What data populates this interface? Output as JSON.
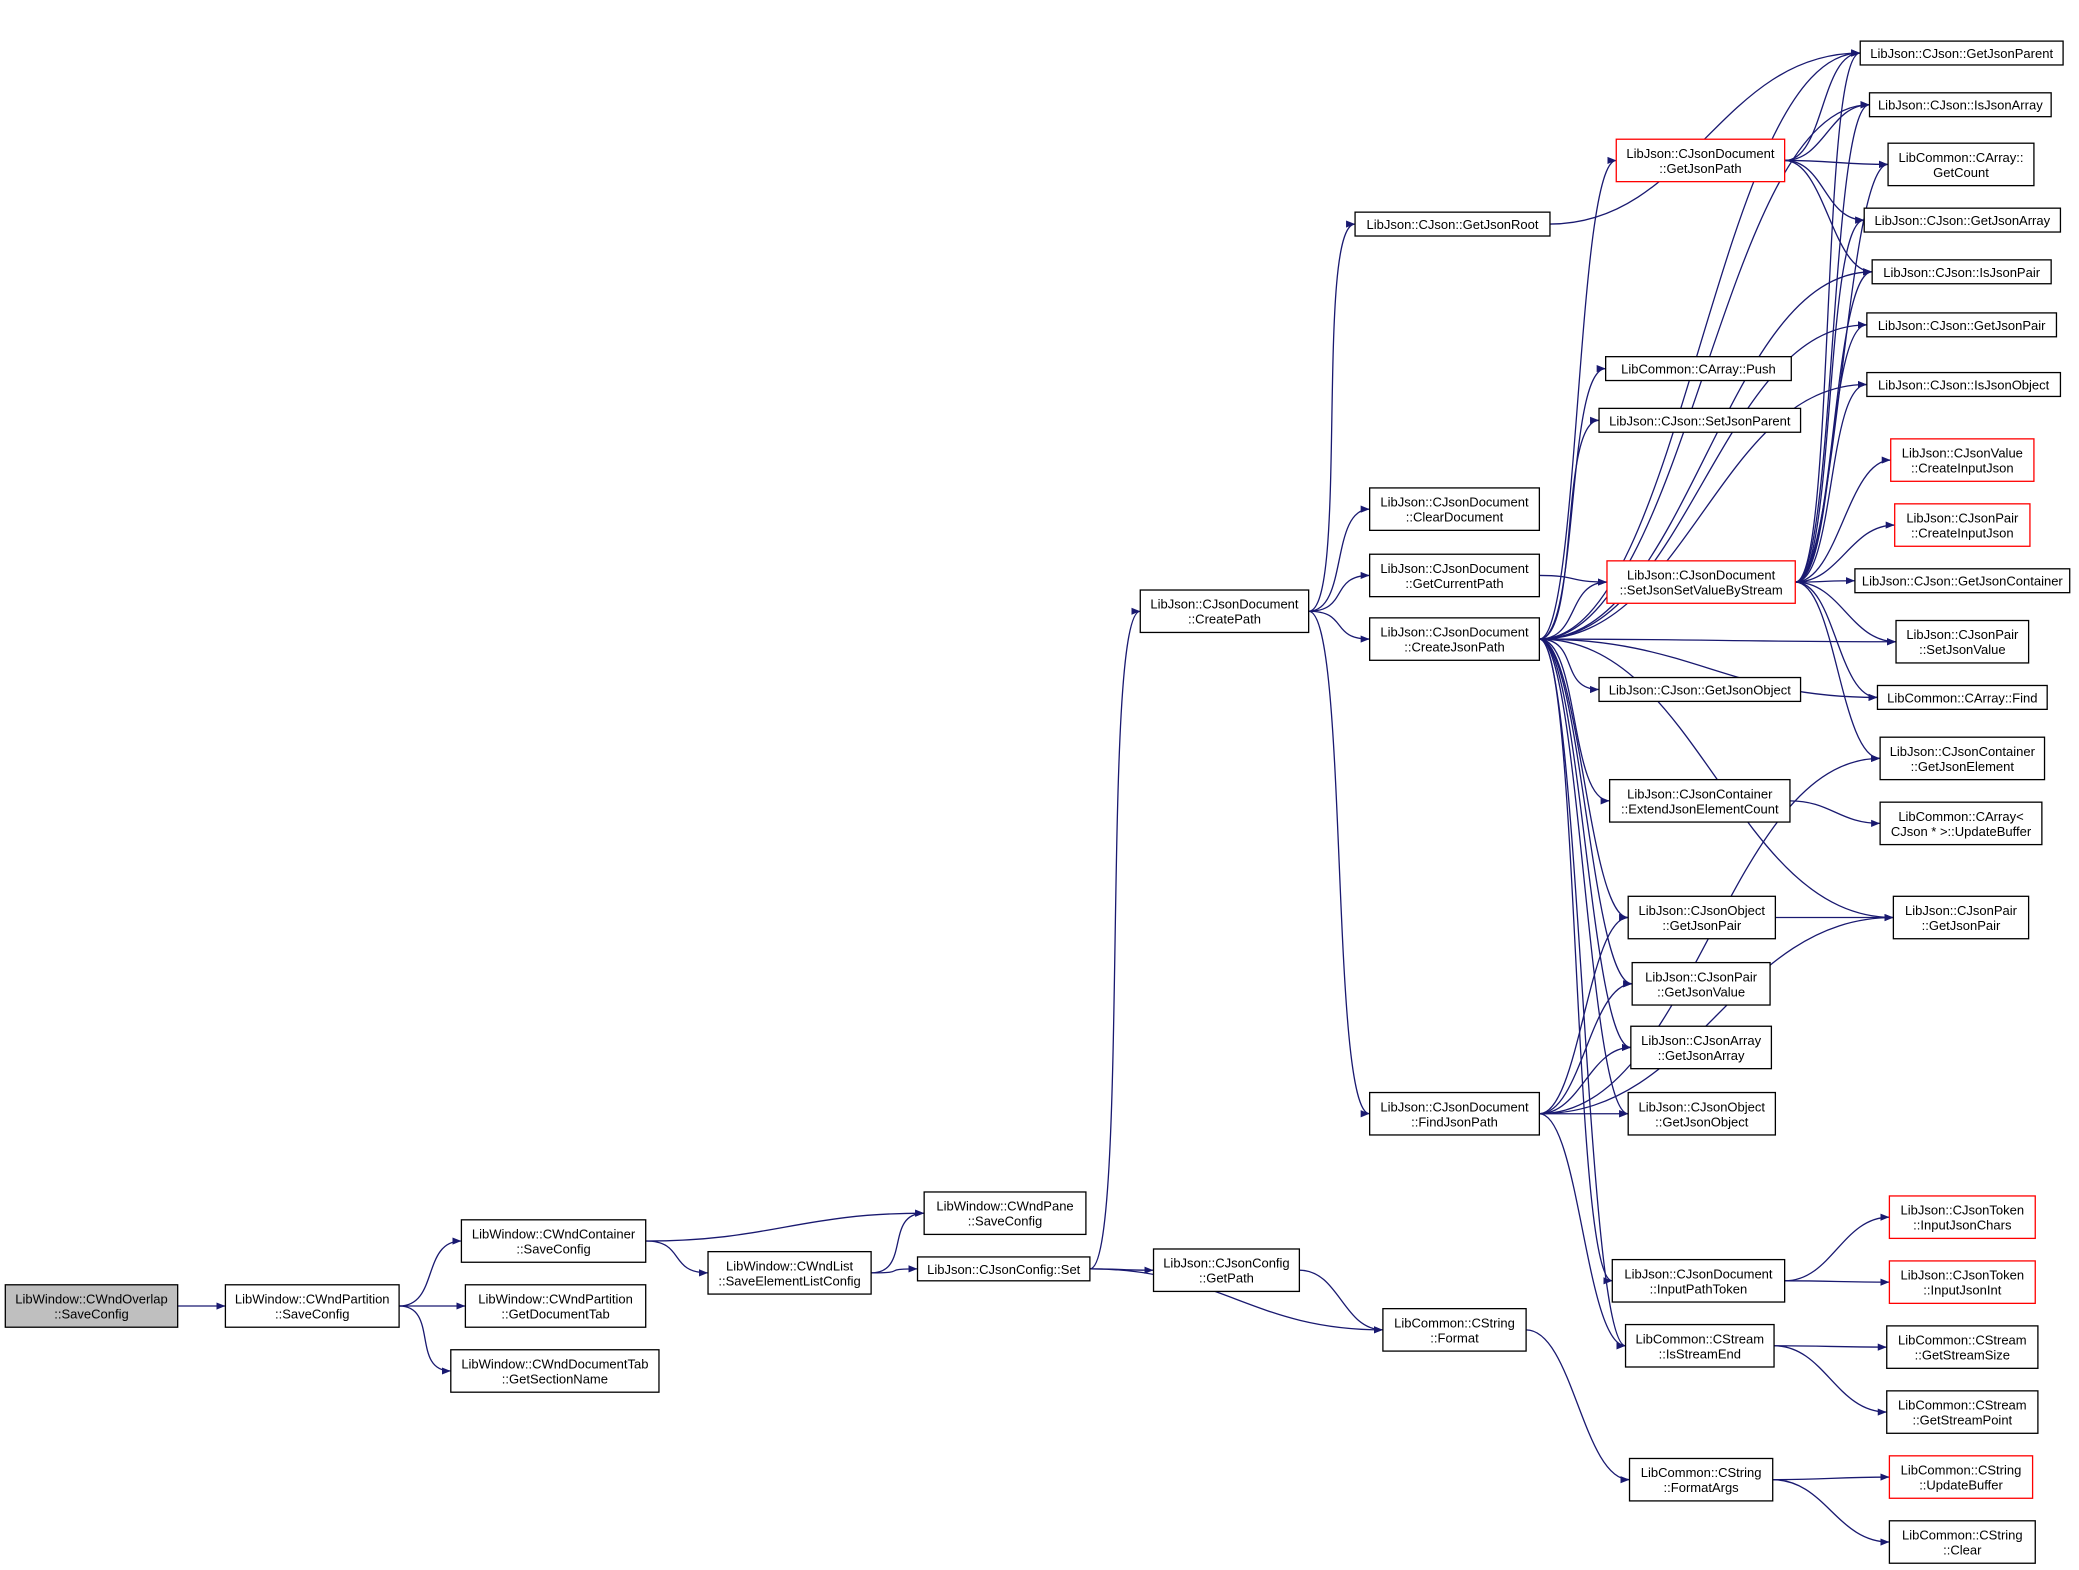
{
  "diagram": {
    "nodes": [
      {
        "id": "n0",
        "lines": [
          "LibWindow::CWndOverlap",
          "::SaveConfig"
        ],
        "root": true
      },
      {
        "id": "n1",
        "lines": [
          "LibWindow::CWndPartition",
          "::SaveConfig"
        ]
      },
      {
        "id": "n2",
        "lines": [
          "LibWindow::CWndContainer",
          "::SaveConfig"
        ]
      },
      {
        "id": "n3",
        "lines": [
          "LibWindow::CWndPartition",
          "::GetDocumentTab"
        ]
      },
      {
        "id": "n4",
        "lines": [
          "LibWindow::CWndDocumentTab",
          "::GetSectionName"
        ]
      },
      {
        "id": "n5",
        "lines": [
          "LibWindow::CWndPane",
          "::SaveConfig"
        ]
      },
      {
        "id": "n6",
        "lines": [
          "LibWindow::CWndList",
          "::SaveElementListConfig"
        ]
      },
      {
        "id": "n7",
        "lines": [
          "LibJson::CJsonConfig::Set"
        ]
      },
      {
        "id": "n8",
        "lines": [
          "LibJson::CJsonDocument",
          "::CreatePath"
        ]
      },
      {
        "id": "n9",
        "lines": [
          "LibJson::CJsonConfig",
          "::GetPath"
        ]
      },
      {
        "id": "n10",
        "lines": [
          "LibCommon::CString",
          "::Format"
        ]
      },
      {
        "id": "n11",
        "lines": [
          "LibJson::CJson::GetJsonRoot"
        ]
      },
      {
        "id": "n12",
        "lines": [
          "LibJson::CJsonDocument",
          "::ClearDocument"
        ]
      },
      {
        "id": "n13",
        "lines": [
          "LibJson::CJsonDocument",
          "::GetCurrentPath"
        ]
      },
      {
        "id": "n14",
        "lines": [
          "LibJson::CJsonDocument",
          "::CreateJsonPath"
        ]
      },
      {
        "id": "n15",
        "lines": [
          "LibJson::CJsonDocument",
          "::FindJsonPath"
        ]
      },
      {
        "id": "n16",
        "lines": [
          "LibCommon::CString",
          "::FormatArgs"
        ]
      },
      {
        "id": "n17",
        "lines": [
          "LibJson::CJsonDocument",
          "::GetJsonPath"
        ],
        "trunc": true
      },
      {
        "id": "n18",
        "lines": [
          "LibCommon::CArray::Push"
        ]
      },
      {
        "id": "n19",
        "lines": [
          "LibJson::CJson::SetJsonParent"
        ]
      },
      {
        "id": "n20",
        "lines": [
          "LibJson::CJsonDocument",
          "::SetJsonSetValueByStream"
        ],
        "trunc": true
      },
      {
        "id": "n21",
        "lines": [
          "LibJson::CJson::GetJsonObject"
        ]
      },
      {
        "id": "n22",
        "lines": [
          "LibJson::CJsonContainer",
          "::ExtendJsonElementCount"
        ]
      },
      {
        "id": "n23",
        "lines": [
          "LibJson::CJsonObject",
          "::GetJsonPair"
        ]
      },
      {
        "id": "n24",
        "lines": [
          "LibJson::CJsonPair",
          "::GetJsonValue"
        ]
      },
      {
        "id": "n25",
        "lines": [
          "LibJson::CJsonArray",
          "::GetJsonArray"
        ]
      },
      {
        "id": "n26",
        "lines": [
          "LibJson::CJsonObject",
          "::GetJsonObject"
        ]
      },
      {
        "id": "n27",
        "lines": [
          "LibJson::CJsonDocument",
          "::InputPathToken"
        ]
      },
      {
        "id": "n28",
        "lines": [
          "LibCommon::CStream",
          "::IsStreamEnd"
        ]
      },
      {
        "id": "n29",
        "lines": [
          "LibJson::CJson::GetJsonParent"
        ]
      },
      {
        "id": "n30",
        "lines": [
          "LibJson::CJson::IsJsonArray"
        ]
      },
      {
        "id": "n31",
        "lines": [
          "LibCommon::CArray::",
          "GetCount"
        ]
      },
      {
        "id": "n32",
        "lines": [
          "LibJson::CJson::GetJsonArray"
        ]
      },
      {
        "id": "n33",
        "lines": [
          "LibJson::CJson::IsJsonPair"
        ]
      },
      {
        "id": "n34",
        "lines": [
          "LibJson::CJson::GetJsonPair"
        ]
      },
      {
        "id": "n35",
        "lines": [
          "LibJson::CJson::IsJsonObject"
        ]
      },
      {
        "id": "n36",
        "lines": [
          "LibJson::CJsonValue",
          "::CreateInputJson"
        ],
        "trunc": true
      },
      {
        "id": "n37",
        "lines": [
          "LibJson::CJsonPair",
          "::CreateInputJson"
        ],
        "trunc": true
      },
      {
        "id": "n38",
        "lines": [
          "LibJson::CJson::GetJsonContainer"
        ]
      },
      {
        "id": "n39",
        "lines": [
          "LibJson::CJsonPair",
          "::SetJsonValue"
        ]
      },
      {
        "id": "n40",
        "lines": [
          "LibCommon::CArray::Find"
        ]
      },
      {
        "id": "n41",
        "lines": [
          "LibJson::CJsonContainer",
          "::GetJsonElement"
        ]
      },
      {
        "id": "n42",
        "lines": [
          "LibCommon::CArray<",
          "CJson * >::UpdateBuffer"
        ]
      },
      {
        "id": "n43",
        "lines": [
          "LibJson::CJsonPair",
          "::GetJsonPair"
        ]
      },
      {
        "id": "n44",
        "lines": [
          "LibJson::CJsonToken",
          "::InputJsonChars"
        ],
        "trunc": true
      },
      {
        "id": "n45",
        "lines": [
          "LibJson::CJsonToken",
          "::InputJsonInt"
        ],
        "trunc": true
      },
      {
        "id": "n46",
        "lines": [
          "LibCommon::CStream",
          "::GetStreamSize"
        ]
      },
      {
        "id": "n47",
        "lines": [
          "LibCommon::CStream",
          "::GetStreamPoint"
        ]
      },
      {
        "id": "n48",
        "lines": [
          "LibCommon::CString",
          "::UpdateBuffer"
        ],
        "trunc": true
      },
      {
        "id": "n49",
        "lines": [
          "LibCommon::CString",
          "::Clear"
        ]
      }
    ],
    "edges": [
      [
        "n0",
        "n1"
      ],
      [
        "n1",
        "n2"
      ],
      [
        "n1",
        "n3"
      ],
      [
        "n1",
        "n4"
      ],
      [
        "n2",
        "n5"
      ],
      [
        "n2",
        "n6"
      ],
      [
        "n6",
        "n5"
      ],
      [
        "n6",
        "n7"
      ],
      [
        "n7",
        "n8"
      ],
      [
        "n7",
        "n9"
      ],
      [
        "n7",
        "n10"
      ],
      [
        "n9",
        "n10"
      ],
      [
        "n8",
        "n11"
      ],
      [
        "n8",
        "n12"
      ],
      [
        "n8",
        "n13"
      ],
      [
        "n8",
        "n14"
      ],
      [
        "n8",
        "n15"
      ],
      [
        "n10",
        "n16"
      ],
      [
        "n16",
        "n48"
      ],
      [
        "n16",
        "n49"
      ],
      [
        "n11",
        "n29"
      ],
      [
        "n13",
        "n20"
      ],
      [
        "n14",
        "n17"
      ],
      [
        "n14",
        "n29"
      ],
      [
        "n14",
        "n30"
      ],
      [
        "n14",
        "n33"
      ],
      [
        "n14",
        "n34"
      ],
      [
        "n14",
        "n35"
      ],
      [
        "n14",
        "n18"
      ],
      [
        "n14",
        "n19"
      ],
      [
        "n14",
        "n20"
      ],
      [
        "n14",
        "n39"
      ],
      [
        "n14",
        "n21"
      ],
      [
        "n14",
        "n40"
      ],
      [
        "n14",
        "n22"
      ],
      [
        "n14",
        "n23"
      ],
      [
        "n14",
        "n43"
      ],
      [
        "n14",
        "n24"
      ],
      [
        "n14",
        "n25"
      ],
      [
        "n14",
        "n26"
      ],
      [
        "n14",
        "n27"
      ],
      [
        "n14",
        "n28"
      ],
      [
        "n15",
        "n23"
      ],
      [
        "n15",
        "n24"
      ],
      [
        "n15",
        "n25"
      ],
      [
        "n15",
        "n26"
      ],
      [
        "n15",
        "n41"
      ],
      [
        "n15",
        "n43"
      ],
      [
        "n15",
        "n28"
      ],
      [
        "n17",
        "n29"
      ],
      [
        "n17",
        "n30"
      ],
      [
        "n17",
        "n31"
      ],
      [
        "n17",
        "n32"
      ],
      [
        "n17",
        "n33"
      ],
      [
        "n20",
        "n29"
      ],
      [
        "n20",
        "n30"
      ],
      [
        "n20",
        "n31"
      ],
      [
        "n20",
        "n32"
      ],
      [
        "n20",
        "n33"
      ],
      [
        "n20",
        "n34"
      ],
      [
        "n20",
        "n35"
      ],
      [
        "n20",
        "n36"
      ],
      [
        "n20",
        "n37"
      ],
      [
        "n20",
        "n38"
      ],
      [
        "n20",
        "n39"
      ],
      [
        "n20",
        "n40"
      ],
      [
        "n20",
        "n41"
      ],
      [
        "n22",
        "n42"
      ],
      [
        "n23",
        "n43"
      ],
      [
        "n27",
        "n44"
      ],
      [
        "n27",
        "n45"
      ],
      [
        "n28",
        "n46"
      ],
      [
        "n28",
        "n47"
      ]
    ]
  },
  "colors": {
    "edge": "#191970",
    "root_fill": "#bfbfbf",
    "truncated_border": "#ff0000",
    "border": "#000000"
  }
}
